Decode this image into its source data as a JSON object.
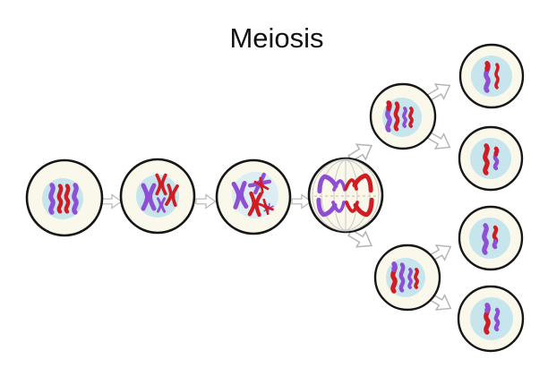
{
  "title": "Meiosis",
  "colors": {
    "background": "#ffffff",
    "cell_fill": "#faf8eb",
    "cell_outline": "#161616",
    "nucleus_fill": "#c6e5ec",
    "nucleus_fill_pale": "#dceef4",
    "chromosome_purple": "#8f4fd4",
    "chromosome_red": "#cf1d23",
    "arrow_fill": "#ffffff",
    "arrow_outline": "#b5b5b5",
    "spindle_fiber": "#c9c9c9",
    "metaphase_plate_dash": "#edc3ad"
  },
  "cells": [
    {
      "id": "parent-cell",
      "content": "4 wavy chromatin threads in blue nucleus: purple, red, red, purple"
    },
    {
      "id": "condensed-cell",
      "content": "4 X-shaped condensed chromosomes: 2 purple, 2 red"
    },
    {
      "id": "crossing-over-cell",
      "content": "homologous purple and red chromosomes pairing and crossing over"
    },
    {
      "id": "spindle-cell",
      "content": "bent chromosomes pulled to opposite poles along spindle fibers, dashed metaphase plate"
    },
    {
      "id": "meiosis-i-daughter-top",
      "content": "4 threads: large purple with red tip, large red, small purple, small red"
    },
    {
      "id": "meiosis-i-daughter-bottom",
      "content": "4 threads: large red with purple tip, large purple, small purple, small red"
    },
    {
      "id": "gamete-1",
      "content": "large purple chromosome with red tip + small red chromosome"
    },
    {
      "id": "gamete-2",
      "content": "large red chromosome + small purple chromosome with red tip"
    },
    {
      "id": "gamete-3",
      "content": "large purple chromosome + small red chromosome with purple tip"
    },
    {
      "id": "gamete-4",
      "content": "large red chromosome with purple tip + small purple chromosome"
    }
  ],
  "arrows": {
    "count": 9,
    "style": "white block arrows with gray outline",
    "flow": "one parent cell through meiosis I split into two cells, each splitting into two gametes"
  }
}
